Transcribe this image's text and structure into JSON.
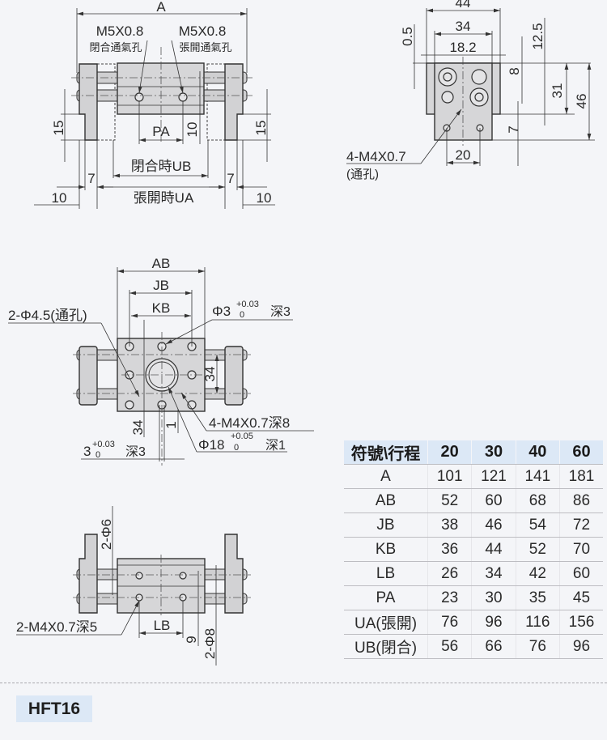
{
  "model_badge": "HFT16",
  "front_view": {
    "dim_a": "A",
    "port_close_thread": "M5X0.8",
    "port_close_label": "閉合通氣孔",
    "port_open_thread": "M5X0.8",
    "port_open_label": "張開通氣孔",
    "dim_15_left": "15",
    "dim_15_right": "15",
    "dim_pa": "PA",
    "dim_10_center": "10",
    "dim_ub": "閉合時UB",
    "dim_ua": "張開時UA",
    "dim_7_left": "7",
    "dim_7_right": "7",
    "dim_10_left": "10",
    "dim_10_right": "10"
  },
  "side_view": {
    "dim_44": "44",
    "dim_34": "34",
    "dim_18_2": "18.2",
    "dim_0_5": "0.5",
    "dim_12_5": "12.5",
    "dim_8": "8",
    "dim_31": "31",
    "dim_46": "46",
    "dim_7": "7",
    "dim_20": "20",
    "thread_note": "4-M4X0.7",
    "thread_note_sub": "(通孔)"
  },
  "top_view": {
    "dim_ab": "AB",
    "dim_jb": "JB",
    "dim_kb": "KB",
    "hole_note": "2-Φ4.5(通孔)",
    "pin_hole_main": "Φ3",
    "pin_hole_tol_upper": "+0.03",
    "pin_hole_tol_lower": "0",
    "pin_hole_depth": "深3",
    "thread_note": "4-M4X0.7深8",
    "bore_main": "Φ18",
    "bore_tol_upper": "+0.05",
    "bore_tol_lower": "0",
    "bore_depth": "深1",
    "slot_main": "3",
    "slot_tol_upper": "+0.03",
    "slot_tol_lower": "0",
    "slot_depth": "深3",
    "dim_34_bottom": "34",
    "dim_34_right": "34",
    "dim_1": "1"
  },
  "bottom_view": {
    "pin_note_top": "2-Φ6",
    "thread_note": "2-M4X0.7深5",
    "dim_lb": "LB",
    "dim_9": "9",
    "pin_note_bottom": "2-Φ8"
  },
  "spec_table": {
    "header": [
      "符號\\行程",
      "20",
      "30",
      "40",
      "60"
    ],
    "rows": [
      [
        "A",
        "101",
        "121",
        "141",
        "181"
      ],
      [
        "AB",
        "52",
        "60",
        "68",
        "86"
      ],
      [
        "JB",
        "38",
        "46",
        "54",
        "72"
      ],
      [
        "KB",
        "36",
        "44",
        "52",
        "70"
      ],
      [
        "LB",
        "26",
        "34",
        "42",
        "60"
      ],
      [
        "PA",
        "23",
        "30",
        "35",
        "45"
      ],
      [
        "UA(張開)",
        "76",
        "96",
        "116",
        "156"
      ],
      [
        "UB(閉合)",
        "56",
        "66",
        "76",
        "96"
      ]
    ]
  }
}
